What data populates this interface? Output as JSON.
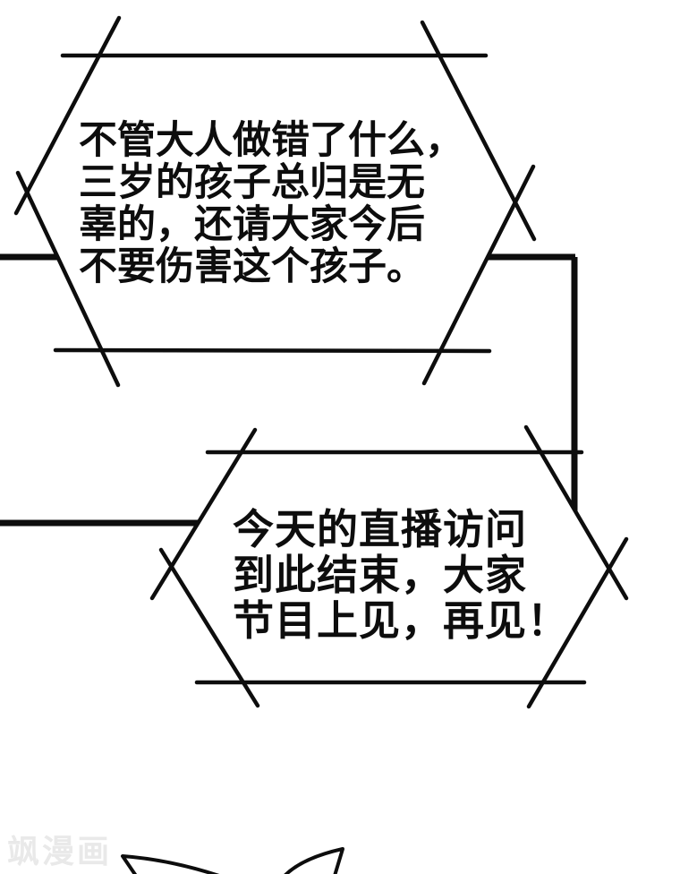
{
  "page": {
    "background": "#ffffff",
    "ink": "#0d0d0d",
    "watermark_color": "#e9e9e9"
  },
  "speech_bubbles": [
    {
      "id": "top-bubble",
      "shape": "spiked-hexagon",
      "lines": [
        "不管大人做错了什么，",
        "三岁的孩子总归是无",
        "辜的，还请大家今后",
        "不要伤害这个孩子。"
      ]
    },
    {
      "id": "bottom-bubble",
      "shape": "spiked-hexagon",
      "lines": [
        "今天的直播访问",
        "到此结束，大家",
        "节目上见，再见！"
      ]
    }
  ],
  "watermark": {
    "text": "飒漫画"
  }
}
